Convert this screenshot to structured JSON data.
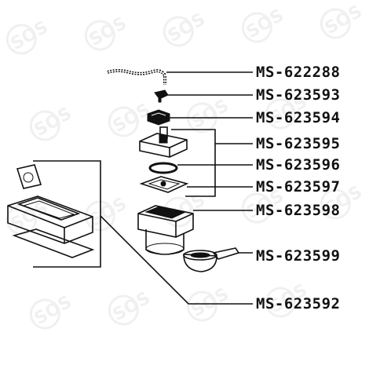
{
  "watermark": {
    "text": "SOS"
  },
  "parts": [
    {
      "ref": "MS-622288"
    },
    {
      "ref": "MS-623593"
    },
    {
      "ref": "MS-623594"
    },
    {
      "ref": "MS-623595"
    },
    {
      "ref": "MS-623596"
    },
    {
      "ref": "MS-623597"
    },
    {
      "ref": "MS-623598"
    },
    {
      "ref": "MS-623599"
    },
    {
      "ref": "MS-623592"
    }
  ]
}
